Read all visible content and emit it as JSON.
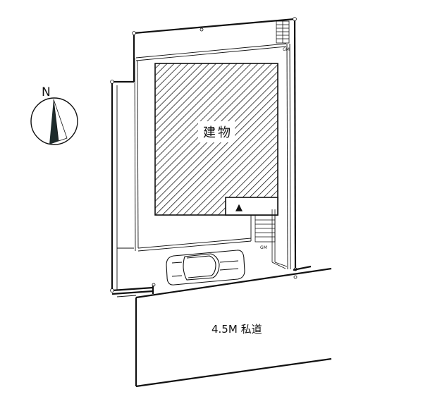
{
  "site_plan": {
    "compass": {
      "north_label": "N"
    },
    "building": {
      "label": "建物"
    },
    "entrance_marker": "▲",
    "meter_labels": [
      "GM",
      "GM"
    ],
    "road": {
      "label": "4.5M 私道"
    }
  },
  "colors": {
    "line": "#111111",
    "hatch": "#1a1a1a",
    "background": "#ffffff",
    "compass_dark": "#1e2b2b"
  }
}
